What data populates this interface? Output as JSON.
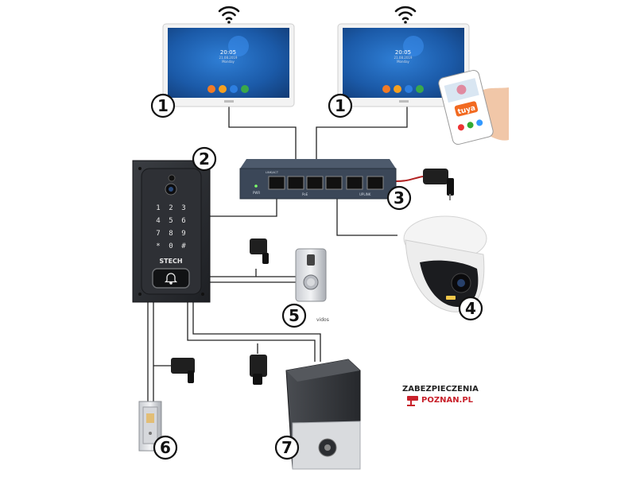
{
  "monitors": [
    {
      "time": "20:05",
      "date": "21.08.2019",
      "day": "Monday",
      "number": "1"
    },
    {
      "time": "20:05",
      "date": "21.08.2019",
      "day": "Monday",
      "number": "1"
    }
  ],
  "door_station": {
    "number": "2",
    "brand": "STECH",
    "keys": [
      "1",
      "2",
      "3",
      "4",
      "5",
      "6",
      "7",
      "8",
      "9",
      "*",
      "0",
      "#"
    ]
  },
  "switch": {
    "number": "3",
    "label_link": "LINK/ACT",
    "label_pwr": "PWR",
    "label_poe": "PoE",
    "label_uplink": "UPLINK"
  },
  "phone_app": {
    "badge": "tuya"
  },
  "camera": {
    "number": "4"
  },
  "exit_button": {
    "number": "5",
    "brand": "vidos"
  },
  "electric_strike": {
    "number": "6"
  },
  "gate_motor": {
    "number": "7"
  },
  "logo": {
    "line1": "ZABEZPIECZENIA",
    "line2": "POZNAN.PL"
  },
  "colors": {
    "wire": "#222222",
    "panel": "#2b2d31",
    "screen": "#1b5aa8",
    "logo_red": "#c8202a"
  }
}
